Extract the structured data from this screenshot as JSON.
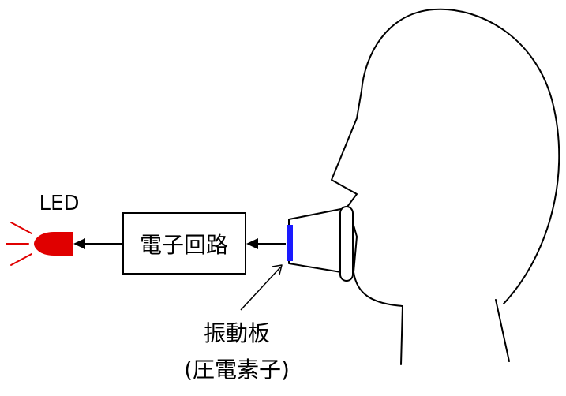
{
  "diagram": {
    "led_label": "LED",
    "circuit_label": "電子回路",
    "diaphragm_label": "振動板",
    "piezo_label": "(圧電素子)",
    "colors": {
      "line": "#000000",
      "led_body": "#e00000",
      "led_rays": "#e00000",
      "diaphragm": "#1a1aff",
      "background": "#ffffff"
    }
  }
}
